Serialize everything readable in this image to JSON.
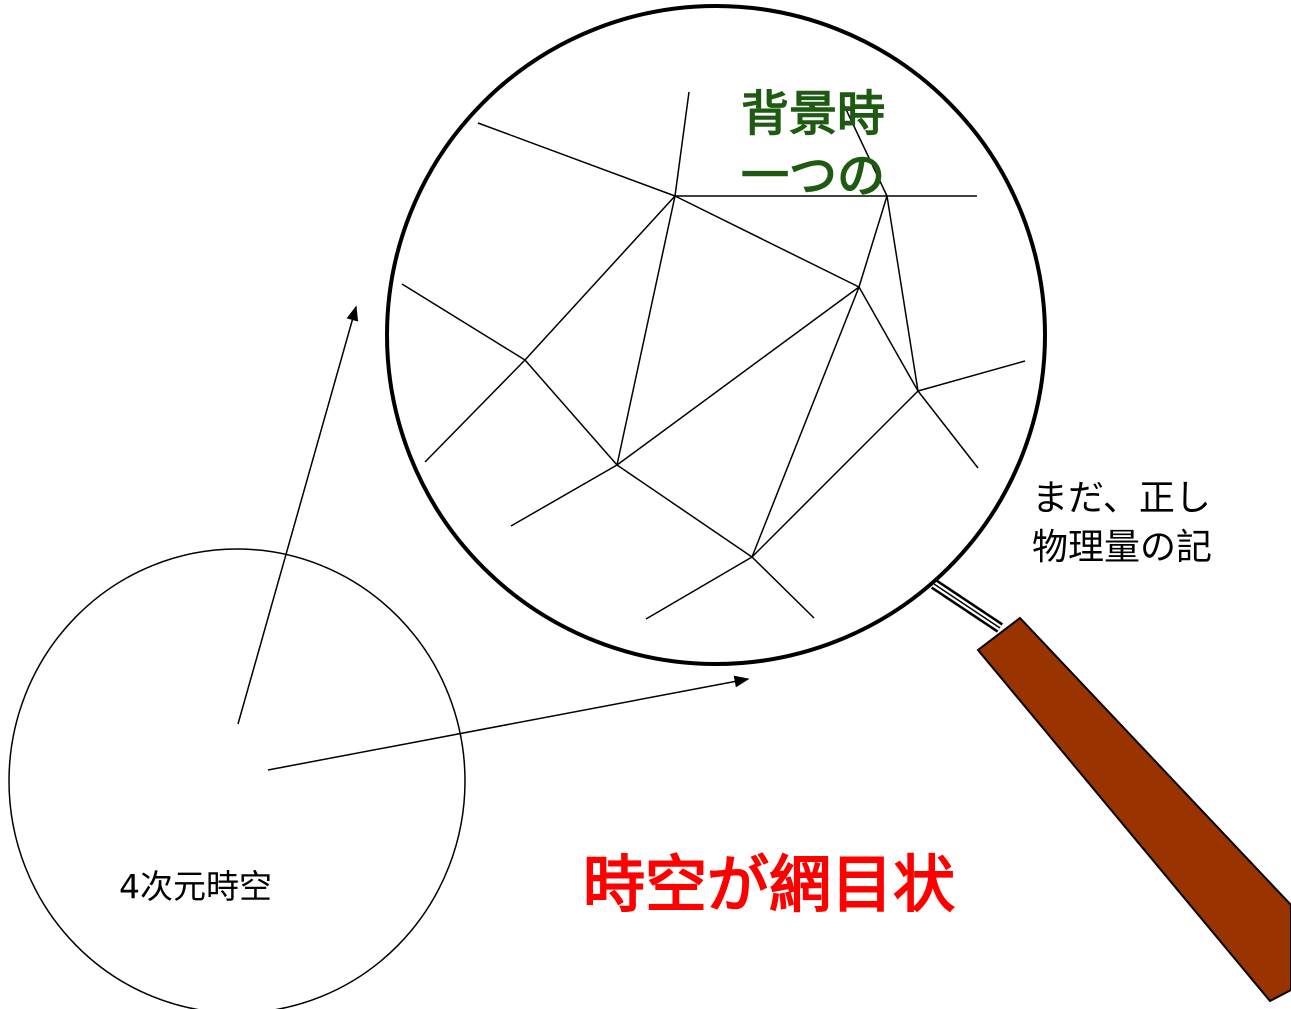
{
  "texts": {
    "green_line_1": "背景時",
    "green_line_2": "一つの",
    "black_line_1": "まだ、正し",
    "black_line_2": "物理量の記",
    "small_circle_label": "4次元時空",
    "red_title": "時空が網目状"
  },
  "colors": {
    "green_text": "#1f5a12",
    "red_text": "#ff0000",
    "black_text": "#000000",
    "handle_fill": "#993300",
    "handle_stroke": "#000000",
    "lines": "#000000"
  },
  "icons": {
    "magnifier": "magnifying-glass-icon"
  }
}
